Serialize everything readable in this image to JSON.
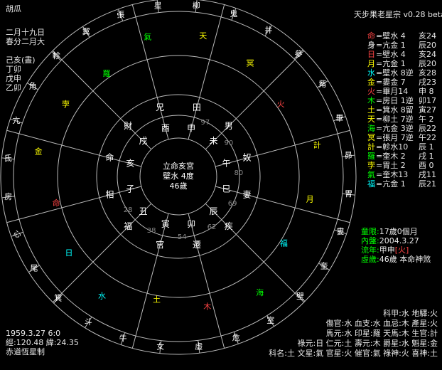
{
  "app": {
    "name": "胡瓜",
    "version": "天步果老星宗 v0.28 beta"
  },
  "left_info": [
    "二月十九日",
    "春分二月大",
    "",
    "己亥(晝)",
    "丁卯",
    "戊申",
    "乙卯"
  ],
  "bottom_left": [
    "1959.3.27 6:0",
    "經:120.48 緯:24.35",
    "赤道恆星制"
  ],
  "planets": [
    {
      "label": "命",
      "value": "=壁水 4",
      "house": "亥24",
      "color": "#ff4444"
    },
    {
      "label": "身",
      "value": "=亢金 1",
      "house": "辰20",
      "color": "#ffffff"
    },
    {
      "label": "日",
      "value": "=壁水 4",
      "house": "亥24",
      "color": "#ff4444"
    },
    {
      "label": "月",
      "value": "=亢金 1",
      "house": "辰20",
      "color": "#ffff00"
    },
    {
      "label": "水",
      "value": "=壁水 8逆",
      "house": "亥28",
      "color": "#00ffff"
    },
    {
      "label": "金",
      "value": "=婁金 7",
      "house": "戌23",
      "color": "#ffff00"
    },
    {
      "label": "火",
      "value": "=畢月14",
      "house": "申 8",
      "color": "#ff4444"
    },
    {
      "label": "木",
      "value": "=房日 1逆",
      "house": "卯17",
      "color": "#00ff00"
    },
    {
      "label": "土",
      "value": "=箕水 8留",
      "house": "寅27",
      "color": "#ffff00"
    },
    {
      "label": "天",
      "value": "=柳土 7逆",
      "house": "午 2",
      "color": "#ffff00"
    },
    {
      "label": "海",
      "value": "=亢金 3逆",
      "house": "辰22",
      "color": "#00ff00"
    },
    {
      "label": "冥",
      "value": "=張月 7逆",
      "house": "午22",
      "color": "#ffff00"
    },
    {
      "label": "計",
      "value": "=軫水10",
      "house": "辰 1",
      "color": "#ffff00"
    },
    {
      "label": "羅",
      "value": "=奎木 2",
      "house": "戌 1",
      "color": "#00ff00"
    },
    {
      "label": "孛",
      "value": "=胃土 2",
      "house": "酉 0",
      "color": "#ffff00"
    },
    {
      "label": "氣",
      "value": "=奎木13",
      "house": "戌11",
      "color": "#00ff00"
    },
    {
      "label": "福",
      "value": "=亢金 1",
      "house": "辰21",
      "color": "#00ffff"
    }
  ],
  "dayun": [
    {
      "label": "童限:",
      "value": "17歲0個月",
      "lc": "#00ff00"
    },
    {
      "label": "內盤:",
      "value": "2004.3.27",
      "lc": "#00ff00"
    },
    {
      "label": "流年:",
      "value": "甲申",
      "extra": "[火]",
      "lc": "#00ff00"
    },
    {
      "label": "虛歲:",
      "value": "46歲 本命神煞",
      "lc": "#00ff00"
    }
  ],
  "bottom_right": [
    "科甲:水 地驛:火",
    "傷官:水 血支:水 血忌:木 產星:火",
    "馬元:水 印星:羅 天馬:木 生官:計",
    "祿元:日 仁元:土 壽元:木 爵星:水 魁星:金",
    "科名:土 文星:氣 官星:火 催官:氣 祿神:火 喜神:土"
  ],
  "center": {
    "line1": "立命亥宮",
    "line2": "壁水 4度",
    "line3": "46歲"
  },
  "palaces": [
    {
      "name": "命",
      "branch": "亥",
      "age": ""
    },
    {
      "name": "相",
      "branch": "子",
      "age": ""
    },
    {
      "name": "福",
      "branch": "丑",
      "age": "28"
    },
    {
      "name": "官",
      "branch": "寅",
      "age": "38"
    },
    {
      "name": "遷",
      "branch": "卯",
      "age": "54"
    },
    {
      "name": "疾",
      "branch": "辰",
      "age": "62"
    },
    {
      "name": "妻",
      "branch": "巳",
      "age": "69"
    },
    {
      "name": "奴",
      "branch": "午",
      "age": "80"
    },
    {
      "name": "男",
      "branch": "未",
      "age": "90"
    },
    {
      "name": "田",
      "branch": "申",
      "age": "97"
    },
    {
      "name": "兄",
      "branch": "酉",
      "age": ""
    },
    {
      "name": "財",
      "branch": "戌",
      "age": ""
    }
  ],
  "mansions": [
    "柳",
    "鬼",
    "井",
    "參",
    "觜",
    "畢",
    "昴",
    "胃",
    "婁",
    "奎",
    "壁",
    "室",
    "危",
    "虛",
    "女",
    "牛",
    "斗",
    "箕",
    "尾",
    "心",
    "房",
    "氐",
    "亢",
    "角",
    "軫",
    "翼",
    "張",
    "星"
  ],
  "planet_marks": [
    {
      "t": "天",
      "c": "#ffff00"
    },
    {
      "t": "冥",
      "c": "#ffff00"
    },
    {
      "t": "火",
      "c": "#ff4444"
    },
    {
      "t": "計",
      "c": "#ffff00"
    },
    {
      "t": "月",
      "c": "#ffff00"
    },
    {
      "t": "福",
      "c": "#00ffff"
    },
    {
      "t": "海",
      "c": "#00ff00"
    },
    {
      "t": "木",
      "c": "#ff4444"
    },
    {
      "t": "土",
      "c": "#ffff00"
    },
    {
      "t": "水",
      "c": "#00ffff"
    },
    {
      "t": "日",
      "c": "#00ffff"
    },
    {
      "t": "命",
      "c": "#ff4444"
    },
    {
      "t": "金",
      "c": "#ffff00"
    },
    {
      "t": "孛",
      "c": "#ffff00"
    },
    {
      "t": "羅",
      "c": "#00ff00"
    },
    {
      "t": "氣",
      "c": "#00ff00"
    }
  ]
}
